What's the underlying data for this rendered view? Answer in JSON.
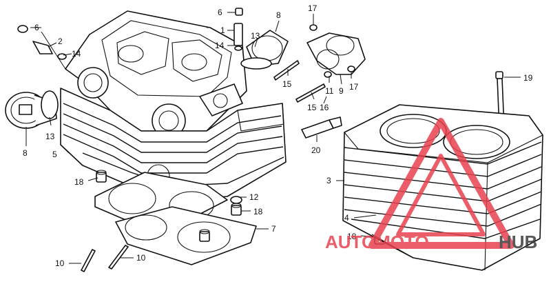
{
  "callouts": [
    {
      "id": "c6a",
      "text": "6"
    },
    {
      "id": "c2",
      "text": "2"
    },
    {
      "id": "c14a",
      "text": "14"
    },
    {
      "id": "c8a",
      "text": "8"
    },
    {
      "id": "c13a",
      "text": "13"
    },
    {
      "id": "c5",
      "text": "5"
    },
    {
      "id": "c18a",
      "text": "18"
    },
    {
      "id": "c6b",
      "text": "6"
    },
    {
      "id": "c1",
      "text": "1"
    },
    {
      "id": "c14b",
      "text": "14"
    },
    {
      "id": "c8b",
      "text": "8"
    },
    {
      "id": "c13b",
      "text": "13"
    },
    {
      "id": "c17a",
      "text": "17"
    },
    {
      "id": "c11",
      "text": "11"
    },
    {
      "id": "c9",
      "text": "9"
    },
    {
      "id": "c17b",
      "text": "17"
    },
    {
      "id": "c15a",
      "text": "15"
    },
    {
      "id": "c15b",
      "text": "15"
    },
    {
      "id": "c16",
      "text": "16"
    },
    {
      "id": "c20",
      "text": "20"
    },
    {
      "id": "c19",
      "text": "19"
    },
    {
      "id": "c3",
      "text": "3"
    },
    {
      "id": "c4",
      "text": "4"
    },
    {
      "id": "c18b",
      "text": "18"
    },
    {
      "id": "c12",
      "text": "12"
    },
    {
      "id": "c18c",
      "text": "18"
    },
    {
      "id": "c7",
      "text": "7"
    },
    {
      "id": "c10a",
      "text": "10"
    },
    {
      "id": "c10b",
      "text": "10"
    }
  ],
  "watermark": {
    "part1": "AUTOMOTO",
    "part2": "HUB",
    "color_primary": "#e8434f",
    "color_secondary": "#3c3c3c"
  }
}
